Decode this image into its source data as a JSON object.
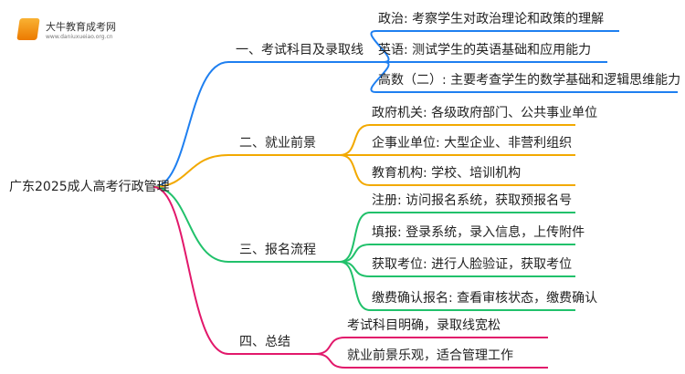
{
  "logo": {
    "name": "大牛教育成考网",
    "url": "www.daniuxueiao.org.cn"
  },
  "root": "广东2025成人高考行政管理",
  "colors": {
    "b1": "#1e7ff0",
    "b2": "#f2a900",
    "b3": "#21c16b",
    "b4": "#e2186b"
  },
  "branches": [
    {
      "label": "一、考试科目及录取线",
      "leaves": [
        "政治: 考察学生对政治理论和政策的理解",
        "英语: 测试学生的英语基础和应用能力",
        "高数（二）: 主要考查学生的数学基础和逻辑思维能力"
      ]
    },
    {
      "label": "二、就业前景",
      "leaves": [
        "政府机关: 各级政府部门、公共事业单位",
        "企事业单位: 大型企业、非营利组织",
        "教育机构: 学校、培训机构"
      ]
    },
    {
      "label": "三、报名流程",
      "leaves": [
        "注册: 访问报名系统，获取预报名号",
        "填报: 登录系统，录入信息，上传附件",
        "获取考位: 进行人脸验证，获取考位",
        "缴费确认报名: 查看审核状态，缴费确认"
      ]
    },
    {
      "label": "四、总结",
      "leaves": [
        "考试科目明确，录取线宽松",
        "就业前景乐观，适合管理工作"
      ]
    }
  ]
}
